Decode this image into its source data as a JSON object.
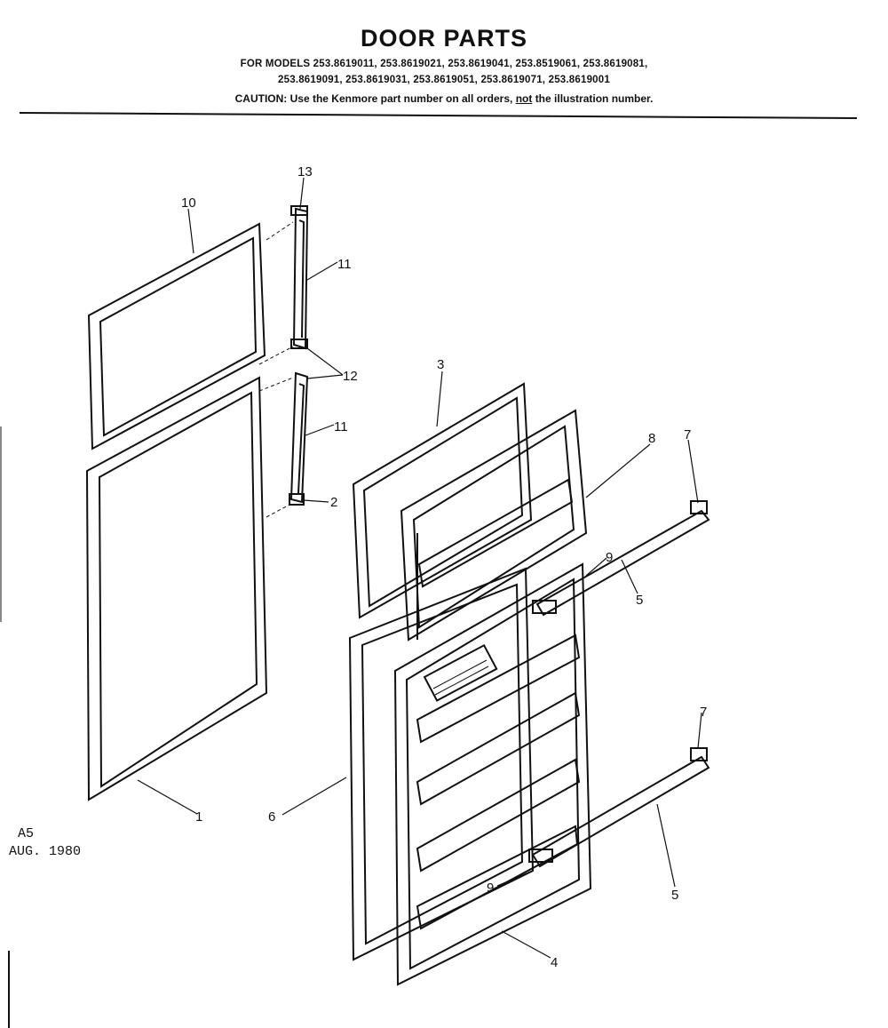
{
  "header": {
    "title": "DOOR PARTS",
    "models_line1": "FOR MODELS 253.8619011, 253.8619021, 253.8619041, 253.8519061, 253.8619081,",
    "models_line2": "253.8619091, 253.8619031, 253.8619051, 253.8619071, 253.8619001",
    "caution_prefix": "CAUTION: Use the Kenmore part number on all orders,",
    "caution_not": "not",
    "caution_suffix": "the illustration number."
  },
  "stamp": {
    "code": "A5",
    "date": "AUG. 1980"
  },
  "callouts": {
    "c1": "1",
    "c2": "2",
    "c3": "3",
    "c4": "4",
    "c5a": "5",
    "c5b": "5",
    "c6": "6",
    "c7a": "7",
    "c7b": "7",
    "c8": "8",
    "c9a": "9",
    "c9b": "9",
    "c10": "10",
    "c11a": "11",
    "c11b": "11",
    "c12": "12",
    "c13": "13"
  }
}
